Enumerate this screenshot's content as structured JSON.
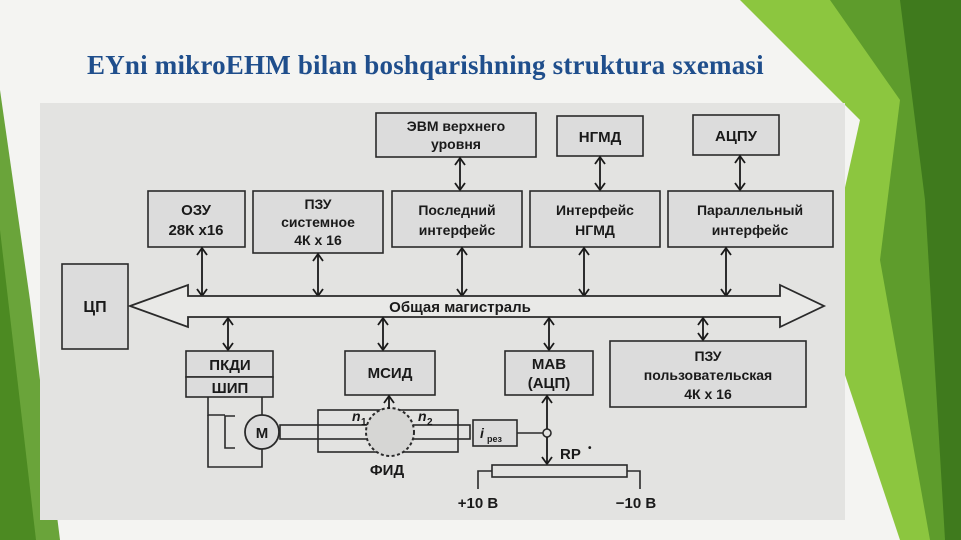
{
  "slide": {
    "title": "EYni mikroEHM bilan boshqarishning struktura sxemasi"
  },
  "diagram": {
    "top_row": {
      "evm": [
        "ЭВМ верхнего",
        "уровня"
      ],
      "ngmd": "НГМД",
      "acpu": "АЦПУ"
    },
    "upper_blocks": {
      "ozu": [
        "ОЗУ",
        "28К x16"
      ],
      "pzu_sys": [
        "ПЗУ",
        "системное",
        "4К x 16"
      ],
      "serial": [
        "Последний",
        "интерфейс"
      ],
      "ngmd_if": [
        "Интерфейс",
        "НГМД"
      ],
      "parallel": [
        "Параллельный",
        "интерфейс"
      ]
    },
    "cpu": "ЦП",
    "bus": "Общая магистраль",
    "lower_blocks": {
      "pkdi": "ПКДИ",
      "ship": "ШИП",
      "msid": "МСИД",
      "mav": [
        "МАВ",
        "(АЦП)"
      ],
      "pzu_user": [
        "ПЗУ",
        "пользовательская",
        "4К x 16"
      ]
    },
    "motor": "M",
    "n1": "n",
    "n1_sub": "1",
    "n2": "n",
    "n2_sub": "2",
    "i_sym": "i",
    "i_sub": "рез",
    "fid": "ФИД",
    "rp": "RP",
    "plus10": "+10 В",
    "minus10": "−10 В"
  },
  "colors": {
    "title": "#1f4e8c",
    "green_dark": "#3f7a1d",
    "green_light": "#8cc63f",
    "diagram_bg": "#e3e3e1"
  }
}
